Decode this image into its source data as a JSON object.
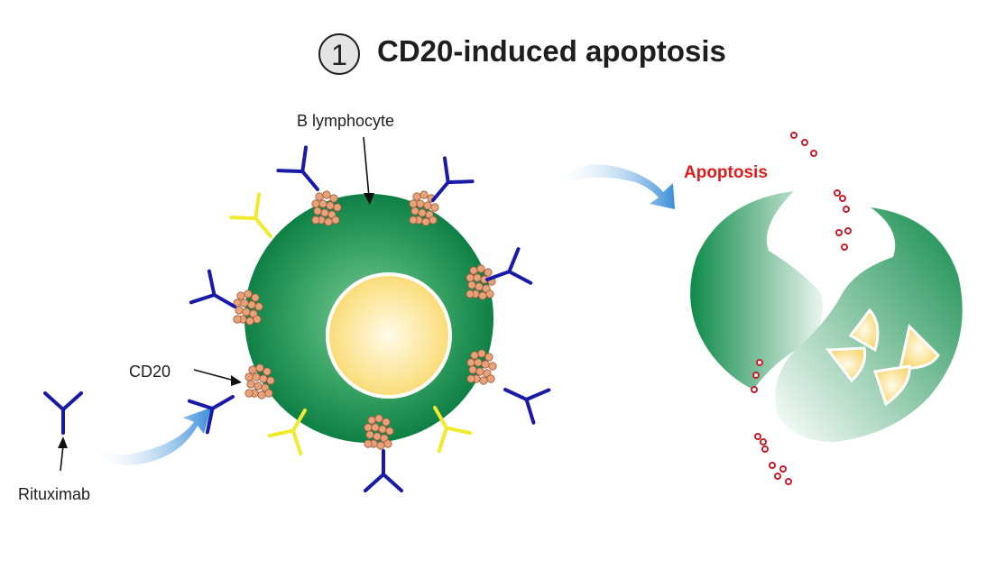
{
  "figure": {
    "step_number": "1",
    "title": "CD20-induced apoptosis"
  },
  "labels": {
    "b_lymphocyte": "B lymphocyte",
    "cd20": "CD20",
    "rituximab": "Rituximab",
    "apoptosis": "Apoptosis"
  },
  "colors": {
    "antibody_rituximab": "#1a1aa8",
    "antibody_other": "#f2ea2c",
    "cd20_cluster": "#e8a27a",
    "cell_green": "#12884a",
    "nucleus_yellow": "#fde8a0",
    "apoptosis_text": "#e01b1b",
    "arrow_blue": "#3f8fd6",
    "debris_red": "#c81c2c"
  }
}
